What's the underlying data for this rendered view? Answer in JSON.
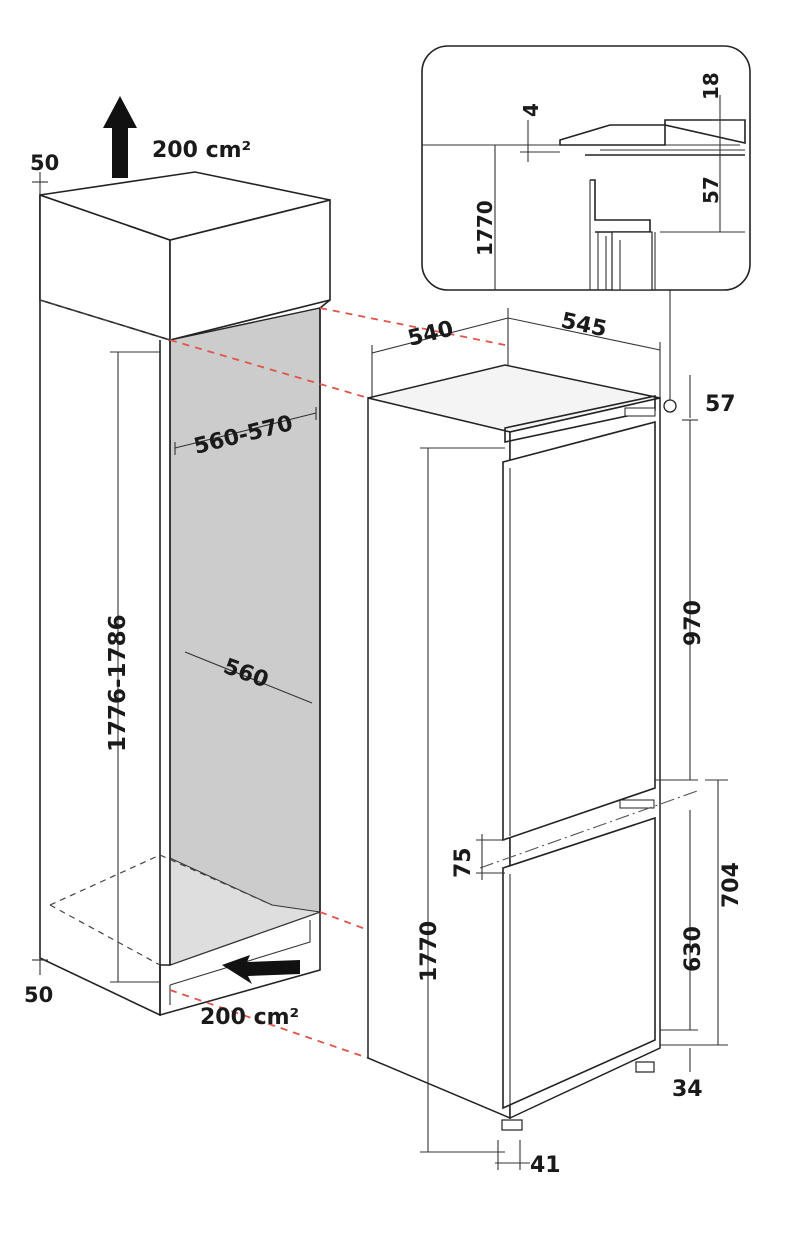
{
  "colors": {
    "niche_fill": "#cccccc",
    "guide_red": "#e0554a",
    "line": "#222222"
  },
  "labels": {
    "vent_top_area": "200 cm²",
    "vent_bottom_area": "200 cm²",
    "top_gap": "50",
    "bottom_gap": "50",
    "niche_width_range": "560-570",
    "niche_depth": "560",
    "niche_height_range": "1776-1786",
    "unit_width": "540",
    "unit_depth": "545",
    "hinge_offset": "57",
    "upper_door": "970",
    "door_gap": "75",
    "lower_door_outer": "704",
    "lower_door": "630",
    "unit_height": "1770",
    "plinth_right": "34",
    "plinth_front": "41"
  },
  "detail": {
    "gap_small": "4",
    "panel": "18",
    "hinge_depth": "57",
    "height": "1770"
  }
}
